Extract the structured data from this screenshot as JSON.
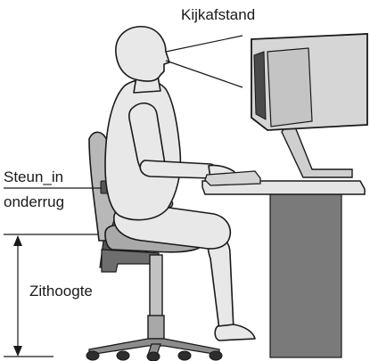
{
  "labels": {
    "viewing_distance": "Kijkafstand",
    "lumbar_support_line1": "Steun_in",
    "lumbar_support_line2": "onderrug",
    "seat_height": "Zithoogte"
  },
  "colors": {
    "figure_fill": "#e8e8e8",
    "monitor_fill": "#d3d3d3",
    "chair_fill": "#b5b5b5",
    "desk_pedestal": "#7a7a7a",
    "outline": "#1a1a1a"
  }
}
